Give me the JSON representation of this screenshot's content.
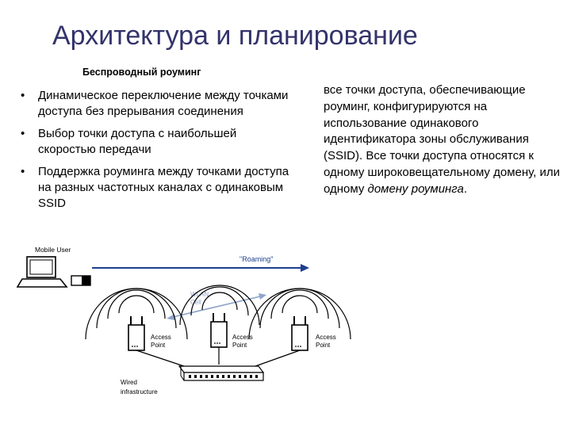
{
  "slide": {
    "title": "Архитектура и планирование",
    "subtitle": "Беспроводный роуминг"
  },
  "bullets": [
    {
      "marker": "•",
      "text": "Динамическое переключение между точками доступа без прерывания соединения"
    },
    {
      "marker": "•",
      "text": "Выбор точки доступа с наибольшей скоростью передачи"
    },
    {
      "marker": "•",
      "text": "Поддержка роуминга между точками доступа на разных частотных каналах с одинаковым SSID"
    }
  ],
  "right_text": {
    "main": "все точки доступа, обеспечивающие роуминг, конфигурируются на использование одинакового идентификатора зоны обслуживания (SSID). Все точки доступа относятся к одному широковещательному домену, или одному",
    "emphasis": "домену роуминга",
    "end": "."
  },
  "diagram": {
    "mobile_user": "Mobile User",
    "roaming": "\"Roaming\"",
    "wlan_line1": "WLAN",
    "wlan_line2": "Cell",
    "ap_line1": "Access",
    "ap_line2": "Point",
    "wired_line1": "Wired",
    "wired_line2": "infrastructure",
    "colors": {
      "arrow": "#1c3f8f",
      "wlan": "#8ea4c8",
      "line": "#000000"
    }
  }
}
